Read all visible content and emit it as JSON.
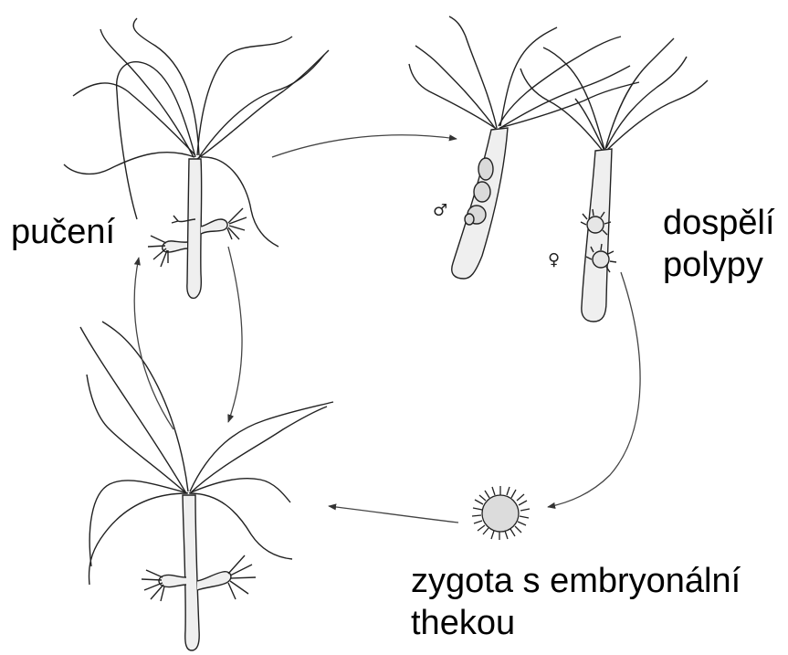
{
  "labels": {
    "budding": "pučení",
    "adult_line1": "dospělí",
    "adult_line2": "polypy",
    "zygote_line1": "zygota s embryonální",
    "zygote_line2": "thekou"
  },
  "symbols": {
    "male": "♂",
    "female": "♀"
  },
  "colors": {
    "ink": "#222222",
    "body_fill": "#efefef",
    "text": "#000000"
  }
}
